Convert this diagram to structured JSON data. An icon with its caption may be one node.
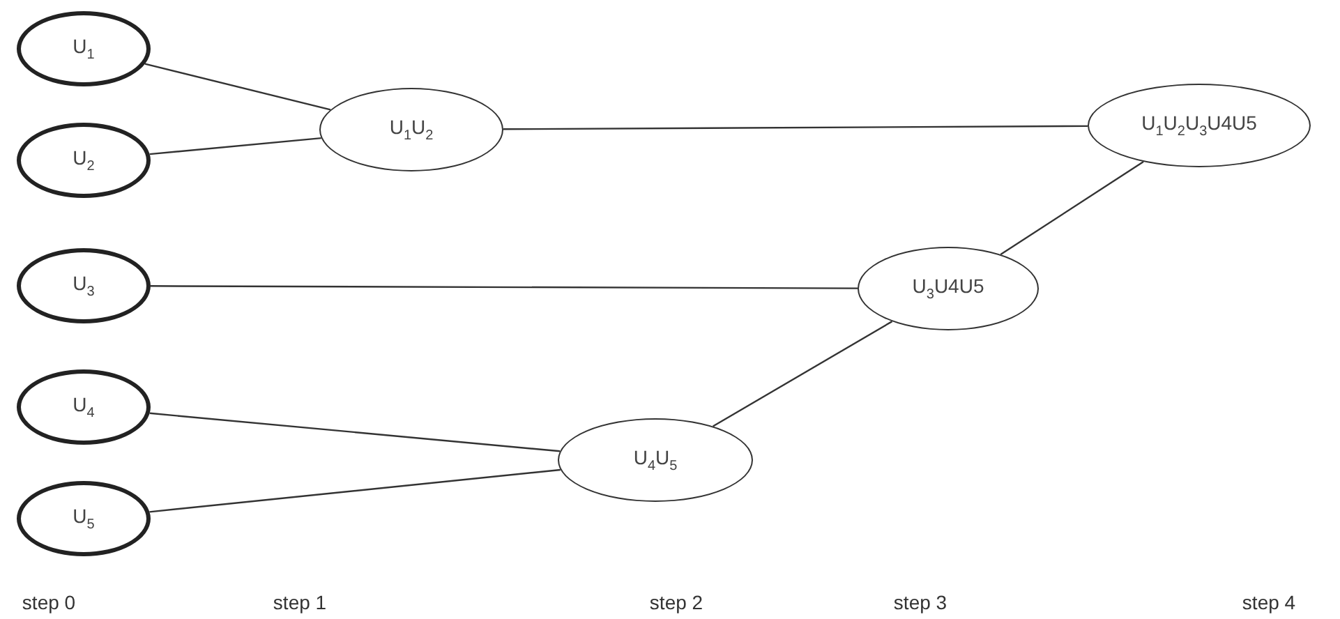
{
  "diagram": {
    "nodes": [
      {
        "text": [
          "U$_{1}$"
        ]
      },
      {
        "text": [
          "U$_{2}$"
        ]
      },
      {
        "text": [
          "U$_{3}$"
        ]
      },
      {
        "text": [
          "U$_{4}$"
        ]
      },
      {
        "text": [
          "U$_{5}$"
        ]
      },
      {
        "text": [
          "U$_{1}$U$_{2}$"
        ]
      },
      {
        "text": [
          "U$_{1}$U$_{2}$U$_{3}$U4U5"
        ]
      },
      {
        "text": [
          "U$_{3}$U4U5"
        ]
      },
      {
        "text": [
          "U$_{4}$U$_{5}$"
        ]
      }
    ],
    "edges": [
      {
        "from": 0,
        "to": 5,
        "arrow": "none"
      },
      {
        "from": 1,
        "to": 5,
        "arrow": "none"
      },
      {
        "from": 5,
        "to": 6,
        "arrow": "none"
      },
      {
        "from": 2,
        "to": 7,
        "arrow": "none"
      },
      {
        "from": 3,
        "to": 8,
        "arrow": "none"
      },
      {
        "from": 4,
        "to": 8,
        "arrow": "none"
      },
      {
        "from": 8,
        "to": 7,
        "arrow": "none"
      },
      {
        "from": 7,
        "to": 6,
        "arrow": "none"
      }
    ],
    "labels": [
      "step 0",
      "step 1",
      "step 2",
      "step 3",
      "step 4"
    ]
  }
}
